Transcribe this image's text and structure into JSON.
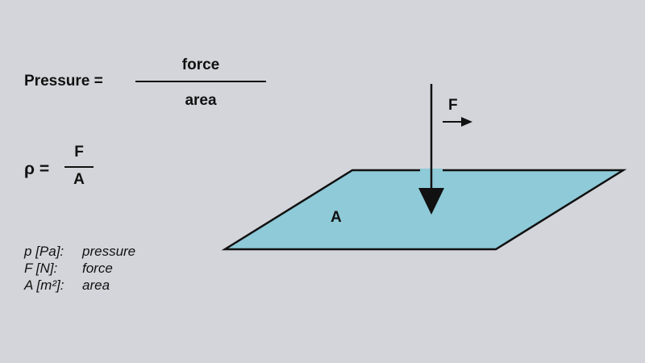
{
  "formula_word": {
    "lhs": "Pressure =",
    "numerator": "force",
    "denominator": "area"
  },
  "formula_symbol": {
    "lhs": "ρ =",
    "numerator": "F",
    "denominator": "A"
  },
  "legend": [
    {
      "symbol": "p [Pa]:",
      "meaning": "pressure"
    },
    {
      "symbol": "F [N]:",
      "meaning": "force"
    },
    {
      "symbol": "A [m²]:",
      "meaning": "area"
    }
  ],
  "diagram": {
    "plate_label": "A",
    "force_label": "F",
    "plate_color": "#8ecad8",
    "line_color": "#111111"
  }
}
